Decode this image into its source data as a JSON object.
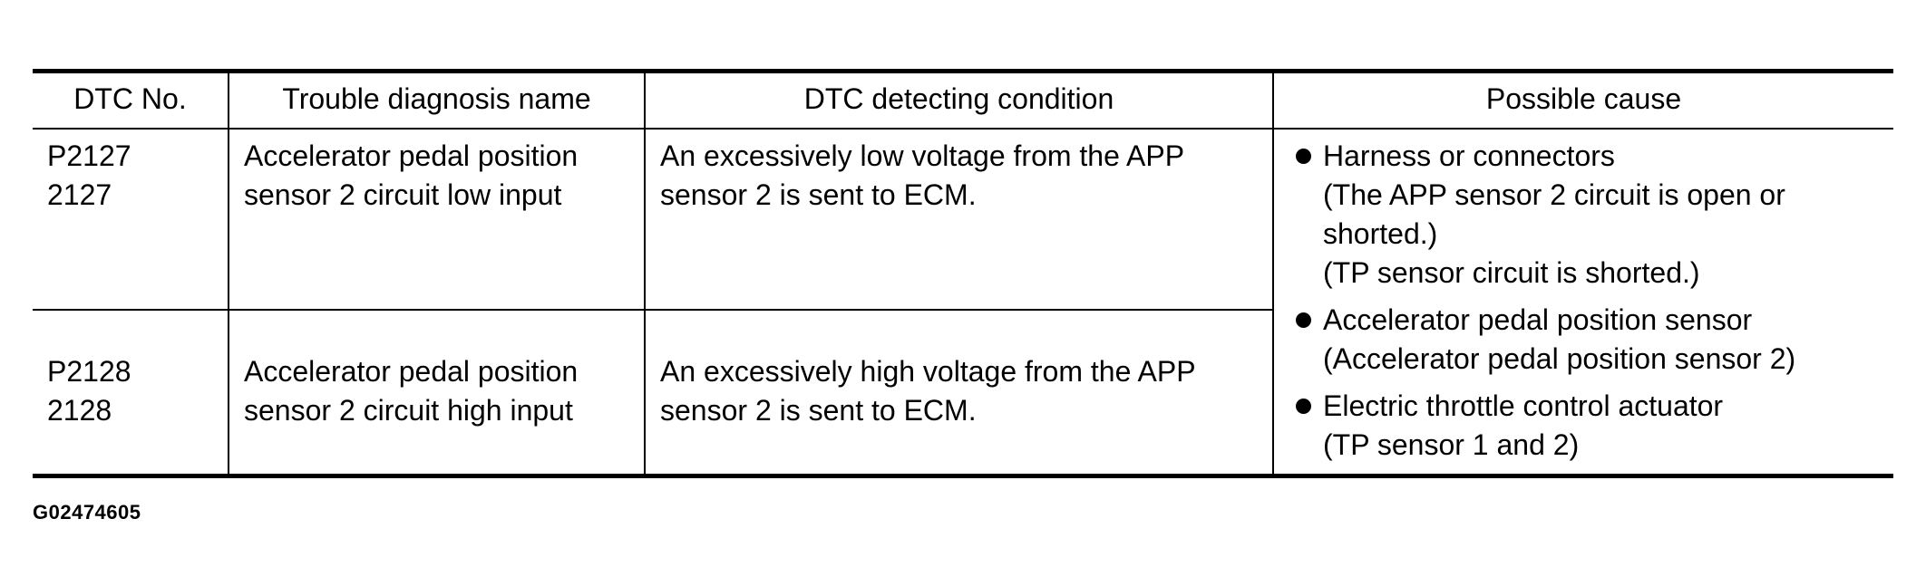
{
  "table": {
    "headers": {
      "dtc_no": "DTC No.",
      "trouble_name": "Trouble diagnosis name",
      "detecting_condition": "DTC detecting condition",
      "possible_cause": "Possible cause"
    },
    "rows": [
      {
        "dtc_codes": [
          "P2127",
          "2127"
        ],
        "trouble_name": "Accelerator pedal position sensor 2 circuit low input",
        "detecting_condition": "An excessively low voltage from the APP sensor 2 is sent to ECM."
      },
      {
        "dtc_codes": [
          "P2128",
          "2128"
        ],
        "trouble_name": "Accelerator pedal position sensor 2 circuit high input",
        "detecting_condition": "An excessively high voltage from the APP sensor 2 is sent to ECM."
      }
    ],
    "possible_causes": [
      {
        "title": "Harness or connectors",
        "details": [
          "(The APP sensor 2 circuit is open or shorted.)",
          "(TP sensor circuit is shorted.)"
        ]
      },
      {
        "title": "Accelerator pedal position sensor",
        "details": [
          "(Accelerator pedal position sensor 2)"
        ]
      },
      {
        "title": "Electric throttle control actuator",
        "details": [
          "(TP sensor 1 and 2)"
        ]
      }
    ]
  },
  "figure_code": "G02474605"
}
